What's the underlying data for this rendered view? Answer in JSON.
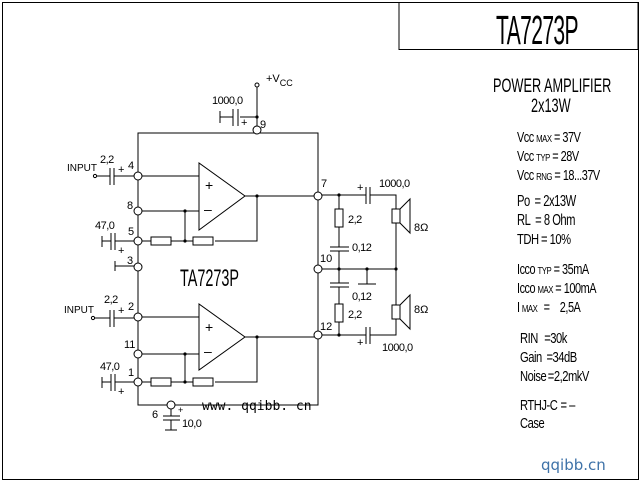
{
  "title": "TA7273P",
  "subtitle_line1": "POWER AMPLIFIER",
  "subtitle_line2": "2x13W",
  "chip_label": "TA7273P",
  "specs": {
    "vcc_max": {
      "main": "Vcc",
      "sub": "MAX",
      "value": "= 37V"
    },
    "vcc_typ": {
      "main": "Vcc",
      "sub": "TYP",
      "value": "= 28V"
    },
    "vcc_rng": {
      "main": "Vcc",
      "sub": "RNG",
      "value": "= 18...37V"
    },
    "po": {
      "main": "Po",
      "value": "= 2x13W"
    },
    "rl": {
      "main": "RL",
      "value": "= 8 Ohm"
    },
    "tdh": {
      "main": "TDH",
      "value": "= 10%"
    },
    "icco_typ": {
      "main": "Icco",
      "sub": "TYP",
      "value": "= 35mA"
    },
    "icco_max": {
      "main": "Icco",
      "sub": "MAX",
      "value": "= 100mA"
    },
    "imax": {
      "main": "I",
      "sub": "MAX",
      "value": "=    2,5A"
    },
    "rin": {
      "main": "RIN",
      "value": "=30k"
    },
    "gain": {
      "main": "Gain",
      "value": "=34dB"
    },
    "noise": {
      "main": "Noise",
      "value": "=2,2mkV"
    },
    "rthj": {
      "main": "RTHJ-C",
      "value": "= –"
    },
    "case": {
      "main": "Case"
    }
  },
  "schematic": {
    "vcc_label": "+V",
    "vcc_sub": "CC",
    "input_label": "INPUT",
    "pins": [
      "9",
      "4",
      "8",
      "5",
      "3",
      "2",
      "11",
      "1",
      "6",
      "7",
      "10",
      "12"
    ],
    "caps": {
      "supply": "1000,0",
      "input1": "2,2",
      "input2": "2,2",
      "fb1": "47,0",
      "fb2": "47,0",
      "ripple": "10,0",
      "out1": "1000,0",
      "out2": "1000,0",
      "zobel1": "0,12",
      "zobel2": "0,12"
    },
    "resistors": {
      "zobel1": "2,2",
      "zobel2": "2,2"
    },
    "speaker": "8Ω",
    "plus": "+",
    "minus": "–"
  },
  "watermark_inline": "www. qqibb. cn",
  "watermark_corner": "qqibb.cn"
}
